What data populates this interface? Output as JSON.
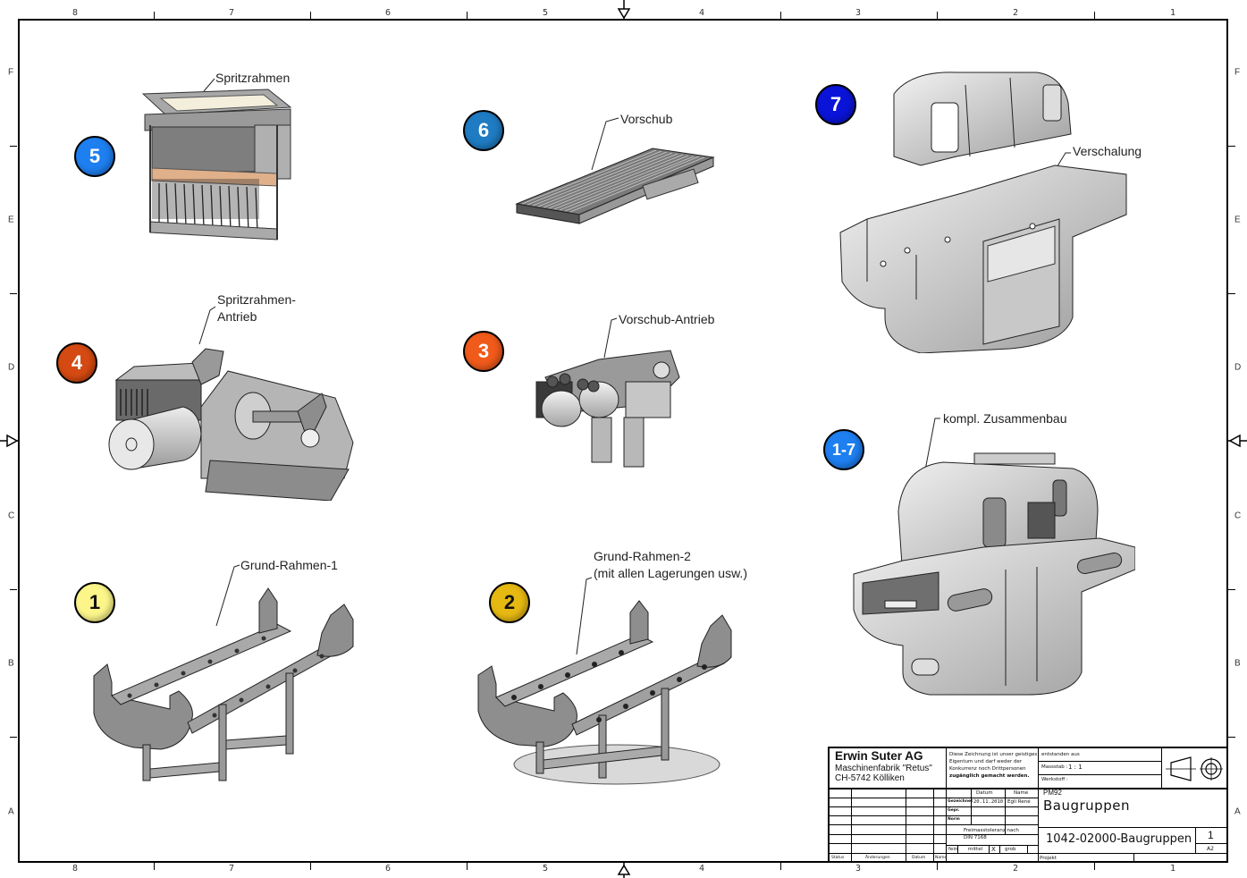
{
  "sheet": {
    "column_zones": [
      "8",
      "7",
      "6",
      "5",
      "4",
      "3",
      "2",
      "1"
    ],
    "row_zones": [
      "F",
      "E",
      "D",
      "C",
      "B",
      "A"
    ]
  },
  "assemblies": [
    {
      "badge": "5",
      "color": "#1e7ff0",
      "label": "Spritzrahmen"
    },
    {
      "badge": "6",
      "color": "#1f7bc2",
      "label": "Vorschub"
    },
    {
      "badge": "7",
      "color": "#0a14d8",
      "label": "Verschalung"
    },
    {
      "badge": "4",
      "color": "#d44a12",
      "label_line1": "Spritzrahmen-",
      "label_line2": "Antrieb"
    },
    {
      "badge": "3",
      "color": "#f05a1a",
      "label": "Vorschub-Antrieb"
    },
    {
      "badge": "1-7",
      "color": "#1e7ff0",
      "label": "kompl. Zusammenbau"
    },
    {
      "badge": "1",
      "color": "#fbf58a",
      "label": "Grund-Rahmen-1"
    },
    {
      "badge": "2",
      "color": "#e6b812",
      "label_line1": "Grund-Rahmen-2",
      "label_line2": "(mit allen Lagerungen usw.)"
    }
  ],
  "title_block": {
    "company": "Erwin Suter AG",
    "company_line2": "Maschinenfabrik \"Retus\"",
    "company_line3": "CH-5742 Kölliken",
    "copyright_lines": [
      "Diese Zeichnung ist unser geistiges",
      "Eigentum und darf weder der",
      "Konkurrenz noch Drittpersonen",
      "zugänglich gemacht werden."
    ],
    "entstanden_aus_label": "entstanden aus",
    "massstab_label": "Massstab :",
    "massstab_value": "1 : 1",
    "werkstoff_label": "Werkstoff :",
    "col_datum": "Datum",
    "col_name": "Name",
    "row_gezeichnet": "Gezeichnet",
    "row_gezeichnet_datum": "20.11.2010",
    "row_gezeichnet_name": "Egli René",
    "row_gepr": "Gepr.",
    "row_norm": "Norm",
    "tolerance_line1": "Freimasstoleranz nach",
    "tolerance_line2": "DIN 7168",
    "tol_fein": "fein",
    "tol_mittel": "mittel",
    "tol_mark": "X",
    "tol_grob": "grob",
    "rev_status": "Status",
    "rev_aenderungen": "Änderungen",
    "rev_datum": "Datum",
    "rev_name": "Name",
    "project_code": "PM92",
    "drawing_title": "Baugruppen",
    "drawing_number": "1042-02000-Baugruppen",
    "sheet_number": "1",
    "format": "A2",
    "projekt_label": "Projekt"
  }
}
